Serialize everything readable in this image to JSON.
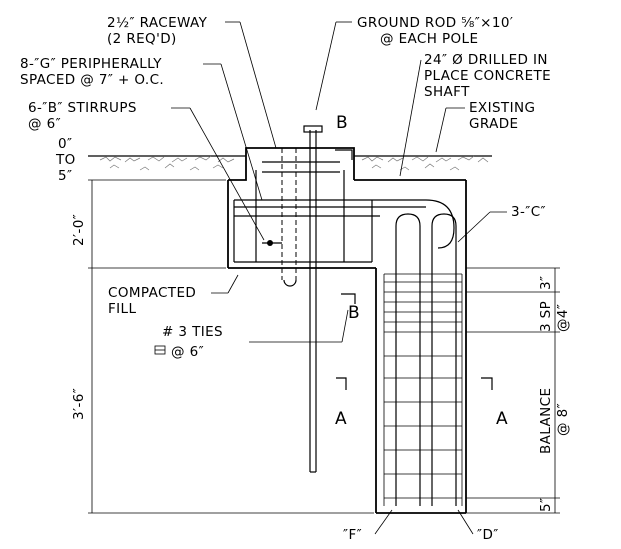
{
  "labels": {
    "raceway_line1": "2½″ RACEWAY",
    "raceway_line2": "(2 REQ'D)",
    "ground_rod_line1": "GROUND ROD ⅝″×10′",
    "ground_rod_line2": "@ EACH POLE",
    "g_bars_line1": "8-″G″ PERIPHERALLY",
    "g_bars_line2": "SPACED @ 7″ + O.C.",
    "drilled_line1": "24″ Ø DRILLED IN",
    "drilled_line2": "PLACE CONCRETE",
    "drilled_line3": "SHAFT",
    "b_stirrups_line1": "6-″B″ STIRRUPS",
    "b_stirrups_line2": "@ 6″",
    "existing_line1": "EXISTING",
    "existing_line2": "GRADE",
    "c_bars": "3-″C″",
    "compacted_line1": "COMPACTED",
    "compacted_line2": "FILL",
    "ties_line1": "# 3 TIES",
    "ties_line2": "@ 6″",
    "f_bar": "″F″",
    "d_bar": "″D″",
    "section_b": "B",
    "section_a": "A"
  },
  "dimensions": {
    "top_0": "0″",
    "top_to": "TO",
    "top_5": "5″",
    "depth_2_0": "2′-0″",
    "depth_3_6": "3′-6″",
    "sp_3": "3 SP",
    "sp_3_in": "3″",
    "at_4": "@4″",
    "balance": "BALANCE",
    "at_8": "@ 8″",
    "bottom_5": "5″"
  },
  "colors": {
    "ink": "#000000",
    "ground_hatch": "#777777"
  }
}
